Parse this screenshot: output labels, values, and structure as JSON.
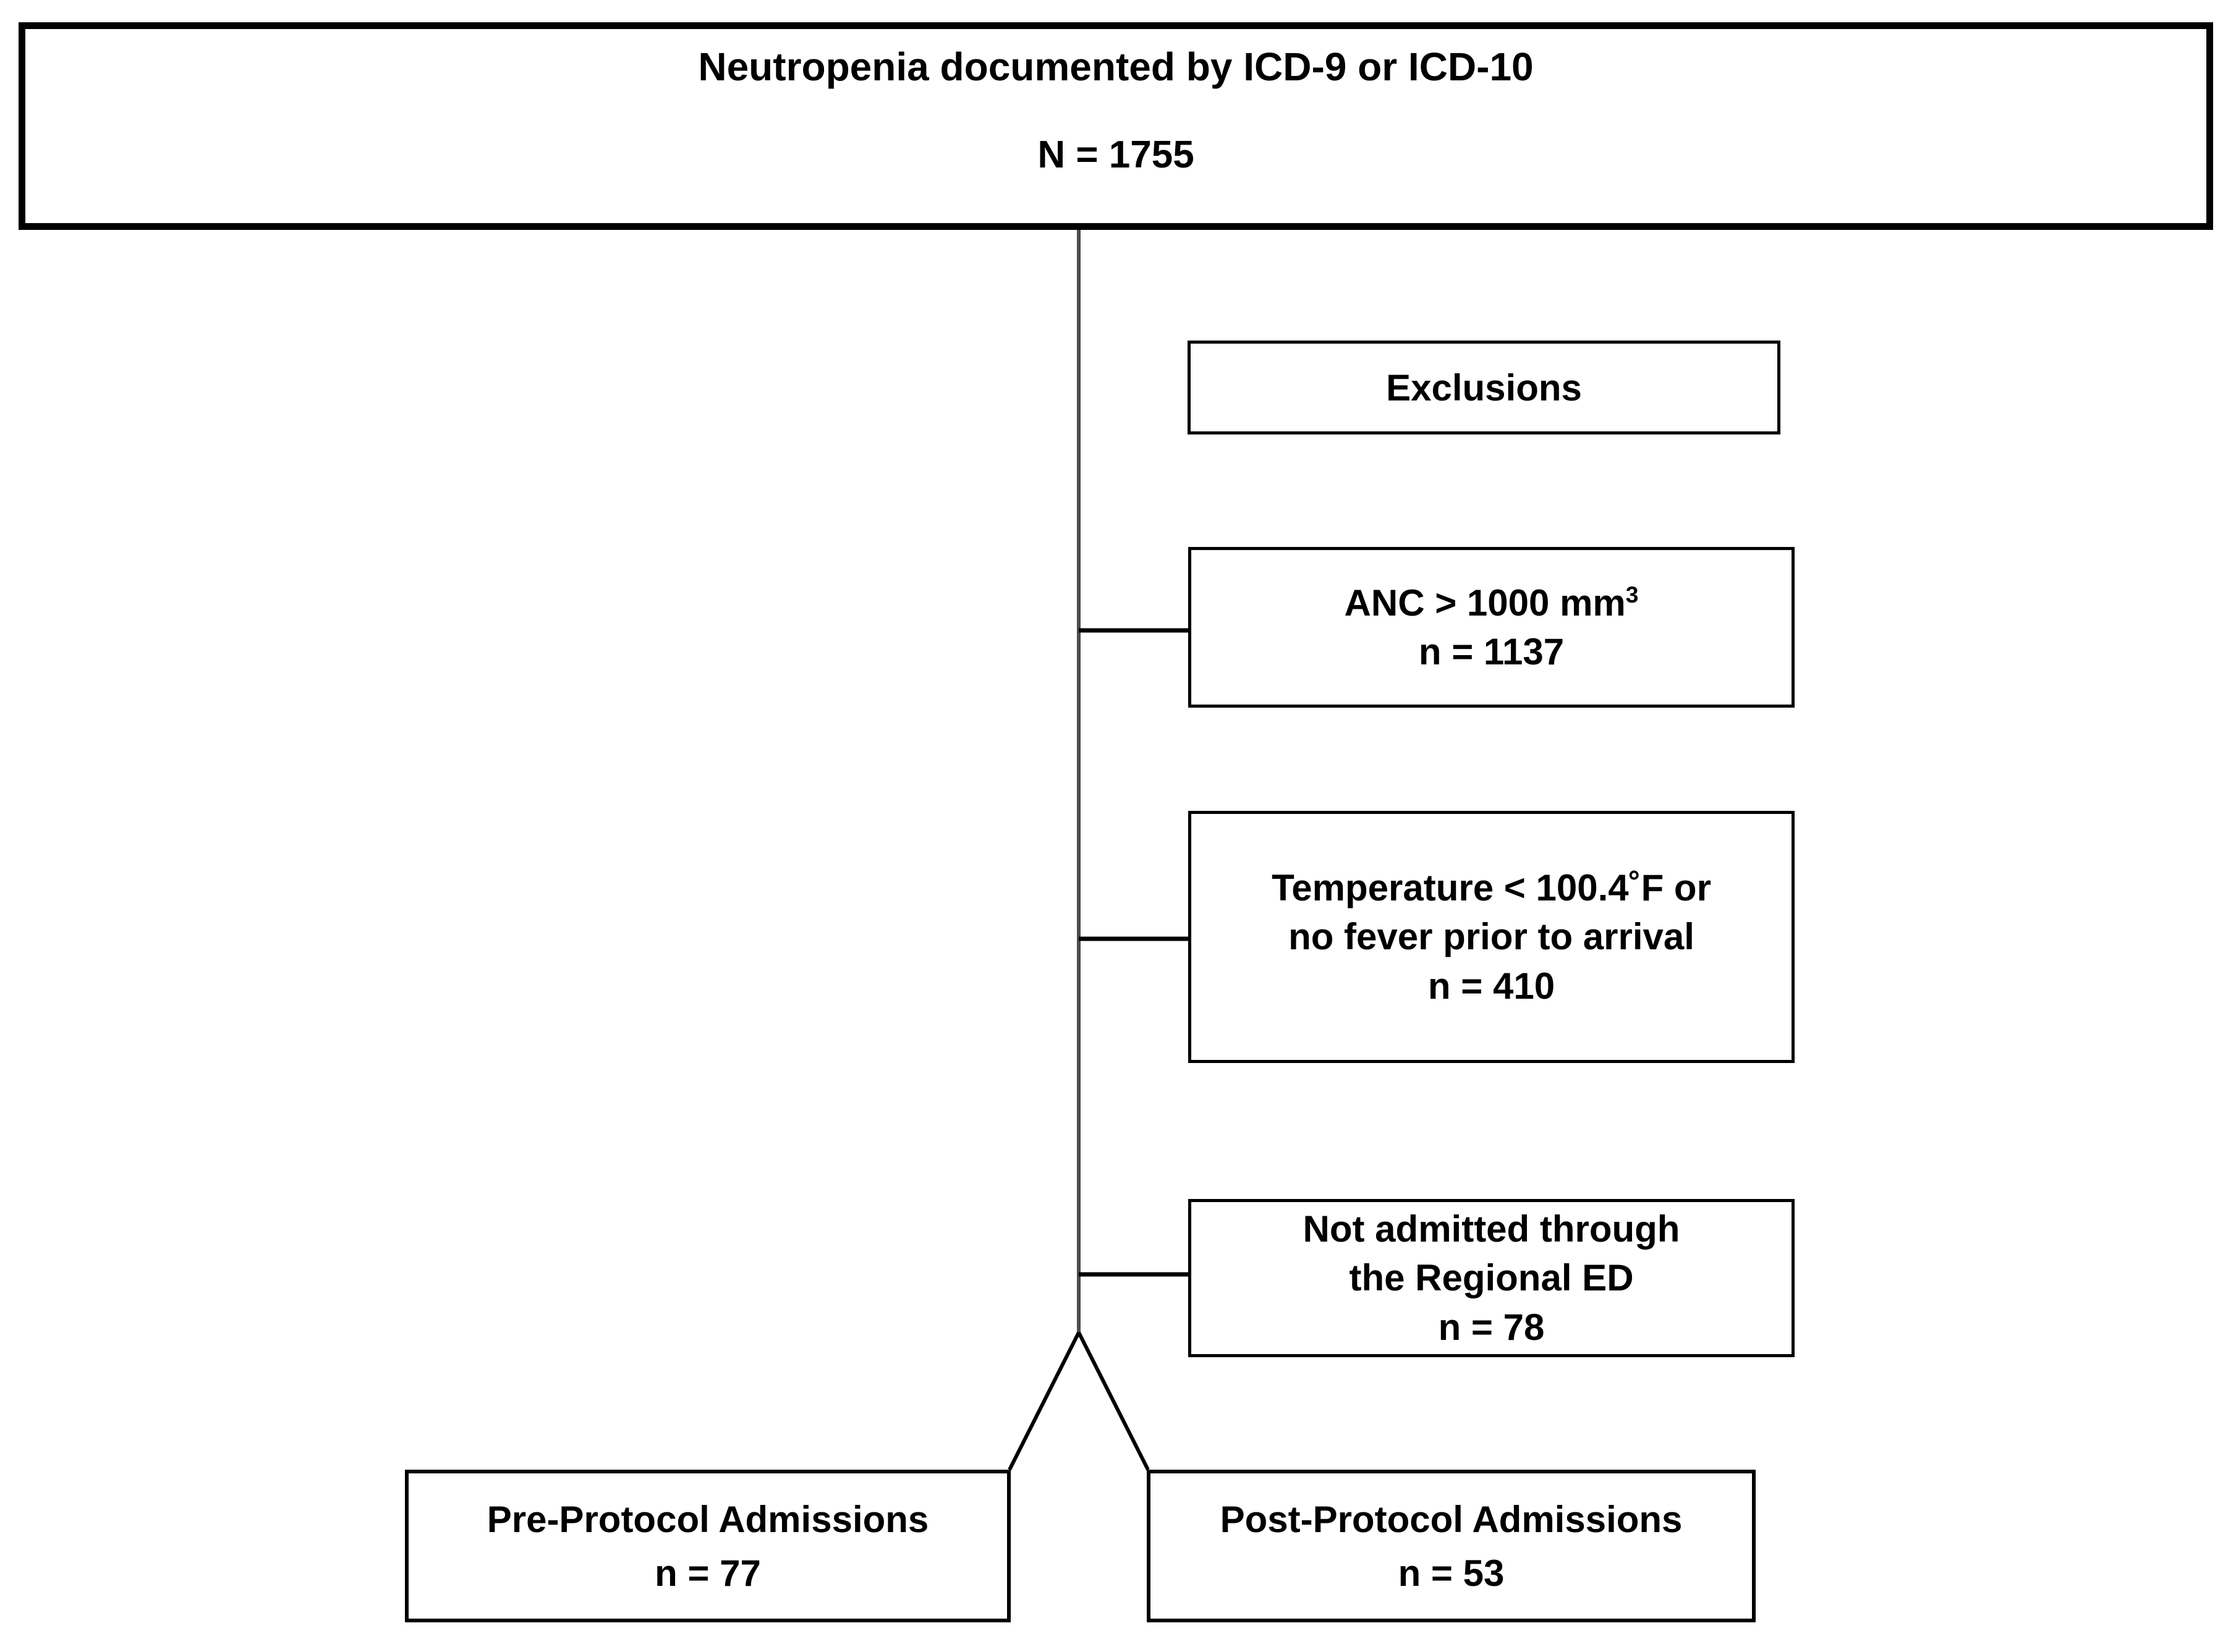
{
  "diagram": {
    "type": "study-flow-consort",
    "title_box": {
      "title": "Neutropenia documented by ICD-9 or ICD-10",
      "count": "N = 1755"
    },
    "exclusions_header": {
      "label": "Exclusions"
    },
    "exclusions": [
      {
        "name": "anc",
        "line1_prefix": "ANC > 1000 mm",
        "line1_superscript": "3",
        "count": "n = 1137"
      },
      {
        "name": "temperature",
        "line1_prefix": "Temperature < 100.4",
        "line1_degree": "˚",
        "line1_suffix": "F or",
        "line2": "no fever prior to arrival",
        "count": "n = 410"
      },
      {
        "name": "not-admitted",
        "line1": "Not admitted through",
        "line2": "the Regional ED",
        "count": "n = 78"
      }
    ],
    "cohorts": [
      {
        "name": "pre-protocol",
        "label": "Pre-Protocol Admissions",
        "count": "n = 77"
      },
      {
        "name": "post-protocol",
        "label": "Post-Protocol Admissions",
        "count": "n = 53"
      }
    ],
    "colors": {
      "stroke": "#000000",
      "background": "#ffffff",
      "trunk": "#4d4d4d"
    }
  }
}
